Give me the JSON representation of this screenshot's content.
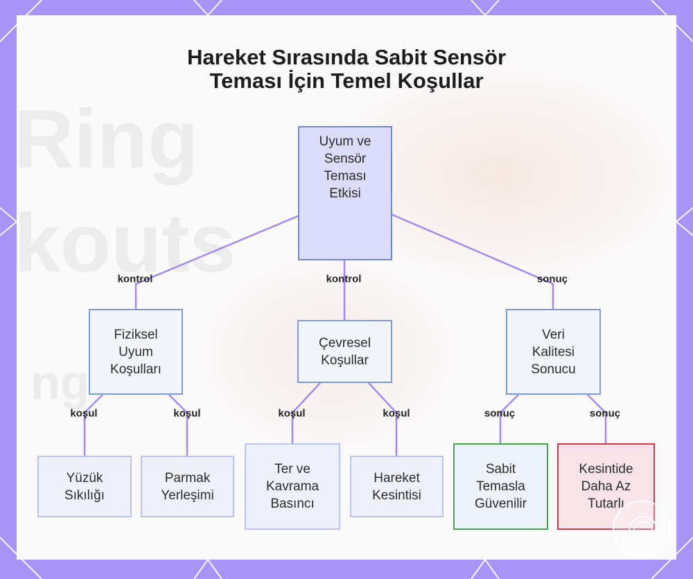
{
  "title": {
    "line1": "Hareket Sırasında Sabit Sensör",
    "line2": "Teması İçin Temel Koşullar"
  },
  "background_text": [
    "Ring",
    "kouts",
    "ng"
  ],
  "colors": {
    "frame": "#a894f5",
    "edge": "#a48ae8",
    "root_fill": "#dadcfa",
    "good_border": "#48a34e",
    "bad_border": "#d0384e"
  },
  "nodes": {
    "root": "Uyum ve\nSensör\nTeması\nEtkisi",
    "physical": "Fiziksel\nUyum\nKoşulları",
    "environmental": "Çevresel\nKoşullar",
    "data_quality": "Veri\nKalitesi\nSonucu",
    "ring_tightness": "Yüzük\nSıkılığı",
    "finger_placement": "Parmak\nYerleşimi",
    "sweat_grip": "Ter ve\nKavrama\nBasıncı",
    "motion_interruption": "Hareket\nKesintisi",
    "stable_reliable": "Sabit\nTemasla\nGüvenilir",
    "less_consistent": "Kesintide\nDaha Az\nTutarlı"
  },
  "edge_labels": {
    "root_physical": "kontrol",
    "root_environmental": "kontrol",
    "root_data": "sonuç",
    "physical_ring": "koşul",
    "physical_finger": "koşul",
    "env_sweat": "koşul",
    "env_motion": "koşul",
    "data_stable": "sonuç",
    "data_less": "sonuç"
  },
  "watermark_icon": "logo-ring-icon"
}
